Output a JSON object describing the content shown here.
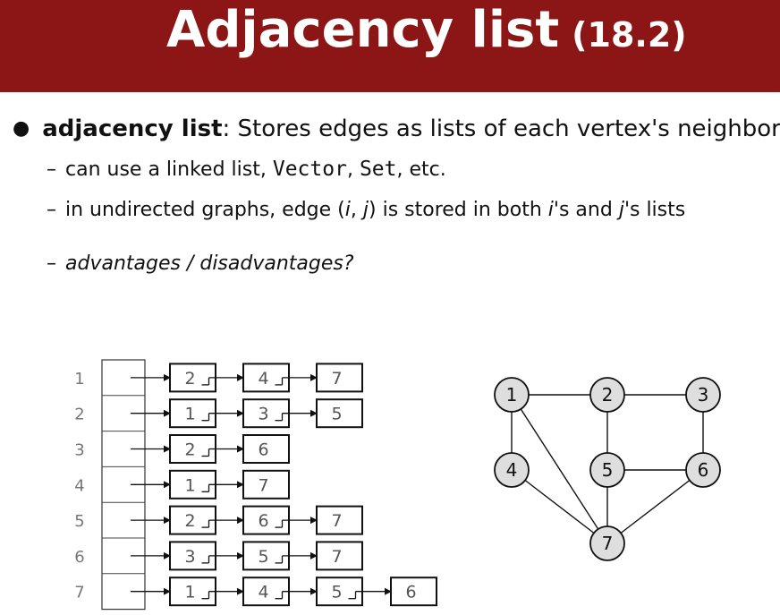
{
  "slide": {
    "title": "Adjacency list",
    "title_section": "(18.2)",
    "bullet_term": "adjacency list",
    "bullet_text": ": Stores edges as lists of each vertex's neighbors.",
    "sub1": {
      "pre": "can use a linked list, ",
      "code1": "Vector",
      "mid": ", ",
      "code2": "Set",
      "post": ", etc."
    },
    "sub2": {
      "pre": "in undirected graphs, edge (",
      "i": "i",
      "comma": ", ",
      "j": "j",
      "mid": ") is stored in both ",
      "i2": "i",
      "mid2": "'s and ",
      "j2": "j",
      "post": "'s lists"
    },
    "sub3": "advantages / disadvantages?"
  },
  "adjacency": [
    {
      "vertex": "1",
      "neighbors": [
        "2",
        "4",
        "7"
      ]
    },
    {
      "vertex": "2",
      "neighbors": [
        "1",
        "3",
        "5"
      ]
    },
    {
      "vertex": "3",
      "neighbors": [
        "2",
        "6"
      ]
    },
    {
      "vertex": "4",
      "neighbors": [
        "1",
        "7"
      ]
    },
    {
      "vertex": "5",
      "neighbors": [
        "2",
        "6",
        "7"
      ]
    },
    {
      "vertex": "6",
      "neighbors": [
        "3",
        "5",
        "7"
      ]
    },
    {
      "vertex": "7",
      "neighbors": [
        "1",
        "4",
        "5",
        "6"
      ]
    }
  ],
  "graph": {
    "nodes": [
      "1",
      "2",
      "3",
      "4",
      "5",
      "6",
      "7"
    ],
    "edges": [
      [
        "1",
        "2"
      ],
      [
        "2",
        "3"
      ],
      [
        "1",
        "4"
      ],
      [
        "1",
        "7"
      ],
      [
        "2",
        "5"
      ],
      [
        "3",
        "6"
      ],
      [
        "5",
        "6"
      ],
      [
        "4",
        "7"
      ],
      [
        "5",
        "7"
      ],
      [
        "6",
        "7"
      ]
    ]
  },
  "colors": {
    "title_bg": "#8c1515",
    "node_fill": "#dedede"
  }
}
